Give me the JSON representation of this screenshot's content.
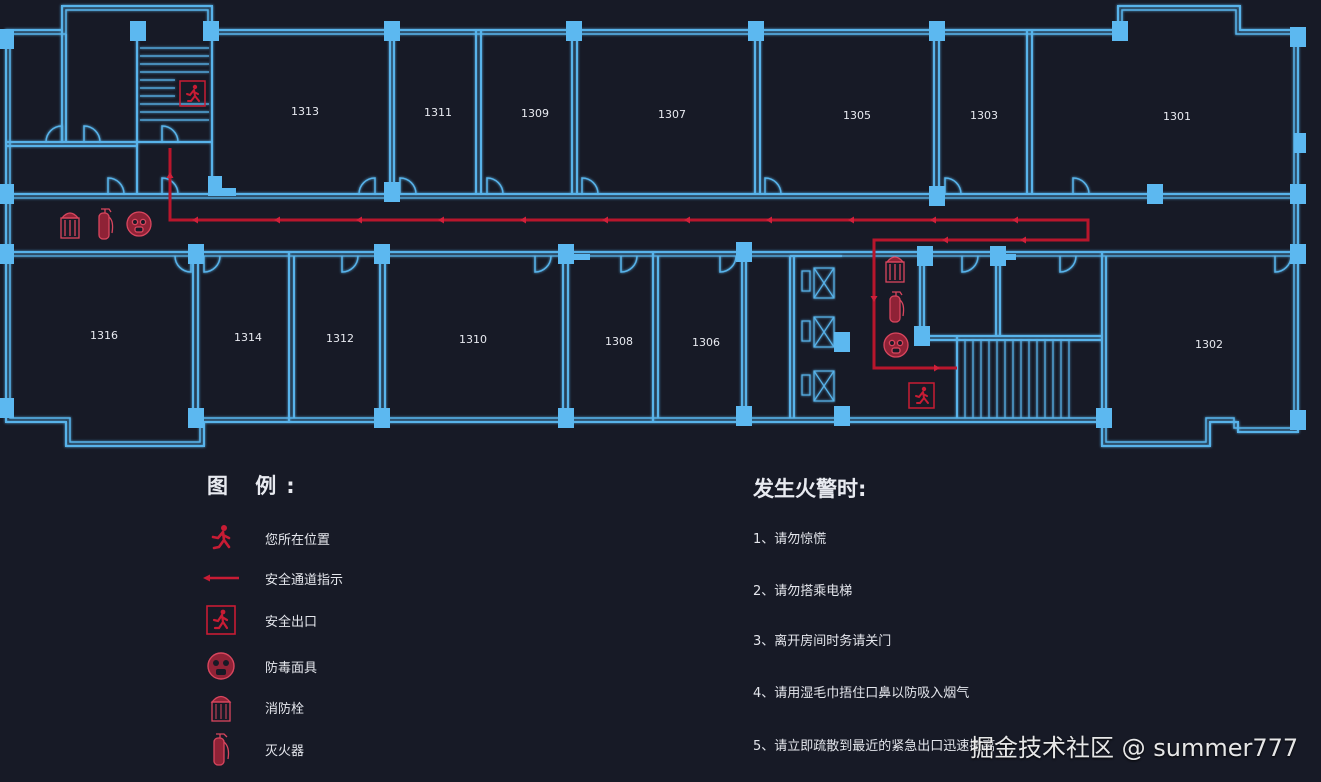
{
  "colors": {
    "background": "#171a26",
    "wall": "#58b3ea",
    "wall_glow": "#2a6fa8",
    "pillar": "#5cb8f0",
    "route": "#b8162c",
    "icon": "#d9465e"
  },
  "rooms": {
    "r1301": "1301",
    "r1302": "1302",
    "r1303": "1303",
    "r1305": "1305",
    "r1306": "1306",
    "r1307": "1307",
    "r1308": "1308",
    "r1309": "1309",
    "r1310": "1310",
    "r1311": "1311",
    "r1312": "1312",
    "r1313": "1313",
    "r1314": "1314",
    "r1316": "1316"
  },
  "legend": {
    "title": "图 例:",
    "items": [
      {
        "icon": "running-person-icon",
        "label": "您所在位置"
      },
      {
        "icon": "route-arrow-icon",
        "label": "安全通道指示"
      },
      {
        "icon": "exit-sign-icon",
        "label": "安全出口"
      },
      {
        "icon": "gas-mask-icon",
        "label": "防毒面具"
      },
      {
        "icon": "fire-hydrant-icon",
        "label": "消防栓"
      },
      {
        "icon": "fire-extinguisher-icon",
        "label": "灭火器"
      }
    ]
  },
  "fire_alarm": {
    "title": "发生火警时:",
    "steps": [
      "1、请勿惊慌",
      "2、请勿搭乘电梯",
      "3、离开房间时务请关门",
      "4、请用湿毛巾捂住口鼻以防吸入烟气",
      "5、请立即疏散到最近的紧急出口迅速撤离"
    ]
  },
  "watermark": "掘金技术社区 @ summer777"
}
